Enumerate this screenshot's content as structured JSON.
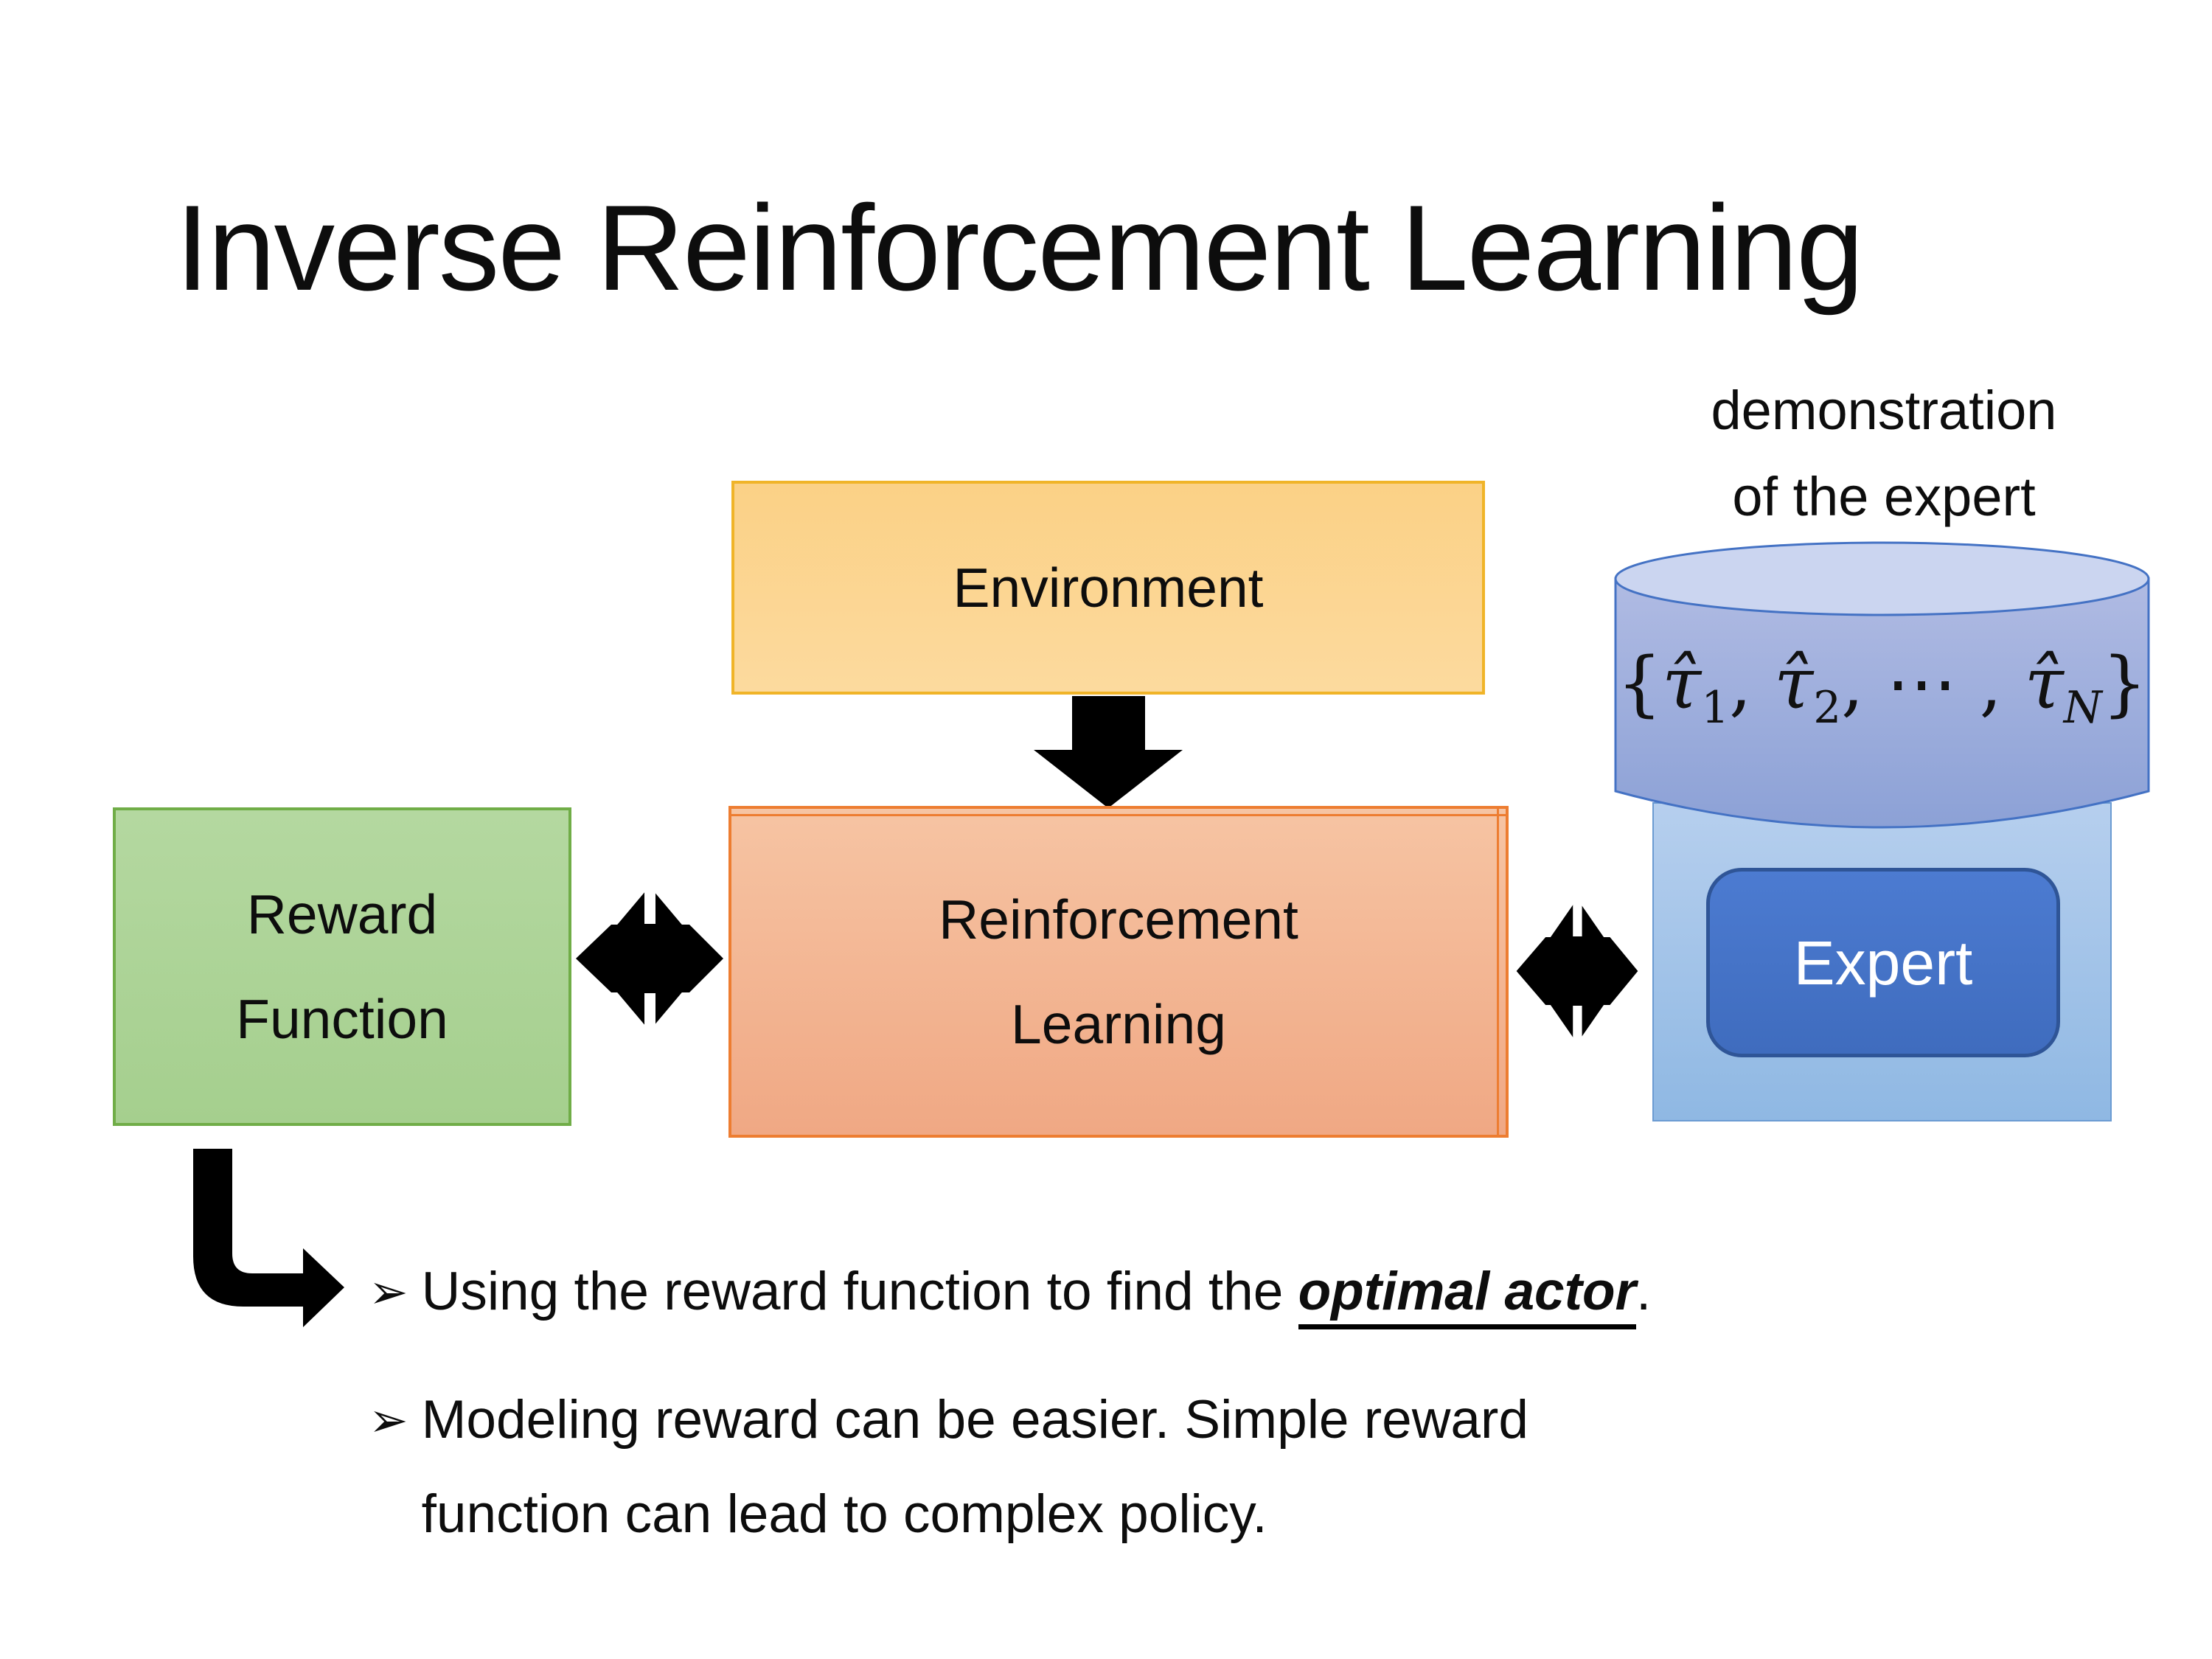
{
  "slide_title": "Inverse Reinforcement Learning",
  "diagram": {
    "environment_label": "Environment",
    "reward_line1": "Reward",
    "reward_line2": "Function",
    "rl_line1": "Reinforcement",
    "rl_line2": "Learning",
    "expert_label": "Expert",
    "caption_line1": "demonstration",
    "caption_line2": "of the expert",
    "formula": {
      "open": "{",
      "tau1": "τ̂",
      "sub1": "1",
      "comma1": ", ",
      "tau2": "τ̂",
      "sub2": "2",
      "dots": ", ⋯ , ",
      "tauN": "τ̂",
      "subN": "N",
      "close": "}"
    },
    "colors": {
      "environment_fill": "#FBD186",
      "environment_border": "#F0B428",
      "rl_fill": "#F3B693",
      "rl_border": "#ED7D31",
      "reward_fill": "#ACD497",
      "reward_border": "#70AD47",
      "expert_panel_fill": "#9DC3E6",
      "expert_fill": "#4472C4",
      "expert_border": "#2F5597",
      "cylinder_fill": "#9BACD9",
      "cylinder_top_fill": "#CBD5F0",
      "cylinder_border": "#4472C4",
      "arrow_color": "#000000"
    }
  },
  "bullets": {
    "glyph": "➢",
    "item1_before": "Using the reward function to find the ",
    "item1_emphasis": "optimal actor",
    "item1_after": ".",
    "item2_line1": "Modeling reward can be easier. Simple reward",
    "item2_line2": "function can lead to complex policy."
  }
}
